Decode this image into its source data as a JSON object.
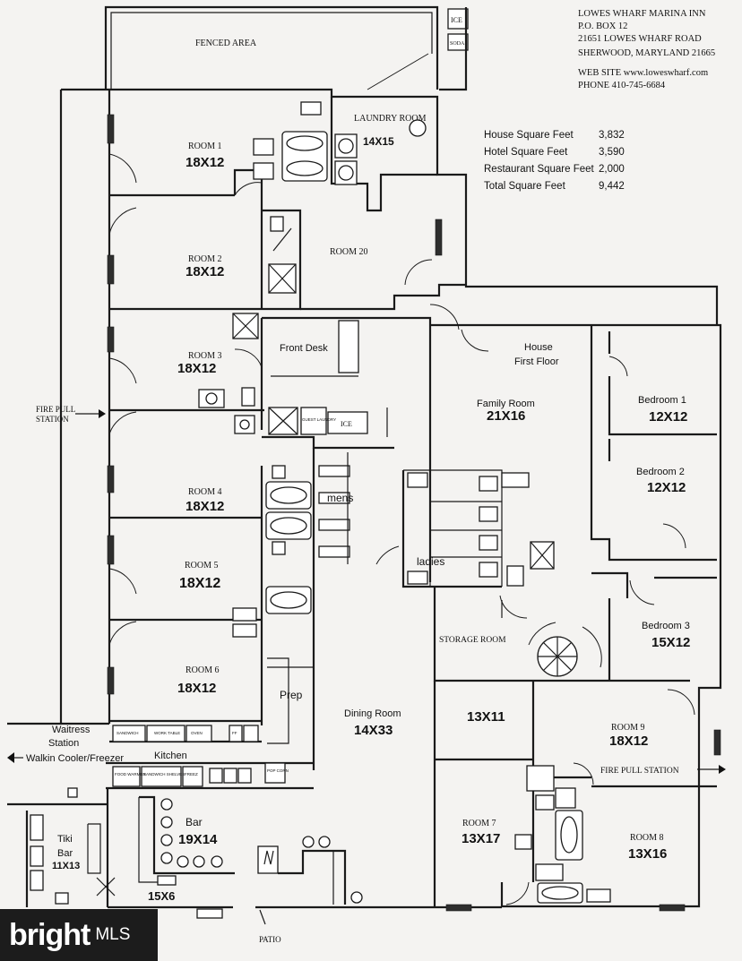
{
  "header": {
    "name": "LOWES WHARF MARINA INN",
    "po_box": "P.O. BOX 12",
    "street": "21651 LOWES WHARF ROAD",
    "city": "SHERWOOD, MARYLAND 21665",
    "website": "WEB SITE  www.loweswharf.com",
    "phone": "PHONE 410-745-6684"
  },
  "square_feet": [
    {
      "label": "House Square Feet",
      "value": "3,832"
    },
    {
      "label": "Hotel Square Feet",
      "value": "3,590"
    },
    {
      "label": "Restaurant Square Feet",
      "value": "2,000"
    },
    {
      "label": "Total Square Feet",
      "value": "9,442"
    }
  ],
  "labels": {
    "fenced_area": "FENCED AREA",
    "ice_top": "ICE",
    "soda": "SODA",
    "laundry_room": "LAUNDRY ROOM",
    "laundry_dim": "14X15",
    "room1": "ROOM 1",
    "room1_dim": "18X12",
    "room2": "ROOM 2",
    "room2_dim": "18X12",
    "room20": "ROOM 20",
    "room3": "ROOM 3",
    "room3_dim": "18X12",
    "front_desk": "Front Desk",
    "guest_laundry": "GUEST LAUNDRY",
    "ice_desk": "ICE",
    "fire_pull_left": "FIRE PULL STATION",
    "room4": "ROOM 4",
    "room4_dim": "18X12",
    "mens": "mens",
    "ladies": "ladies",
    "room5": "ROOM 5",
    "room5_dim": "18X12",
    "room6": "ROOM 6",
    "room6_dim": "18X12",
    "house_first_floor": "House First Floor",
    "family_room": "Family Room",
    "family_room_dim": "21X16",
    "bedroom1": "Bedroom 1",
    "bedroom1_dim": "12X12",
    "bedroom2": "Bedroom 2",
    "bedroom2_dim": "12X12",
    "bedroom3": "Bedroom 3",
    "bedroom3_dim": "15X12",
    "storage_room": "STORAGE ROOM",
    "prep": "Prep",
    "dining_room": "Dining Room",
    "dining_room_dim": "14X33",
    "waitress_station": "Waitress Station",
    "walkin": "Walkin Cooler/Freezer",
    "kitchen": "Kitchen",
    "sandwich": "SANDWICH",
    "work_table": "WORK TABLE",
    "oven": "OVEN",
    "ff": "FF",
    "food_warmer": "FOOD WARMER",
    "sandwich_shelves": "SANDWICH SHELVES",
    "freezer": "FREEZ",
    "popcorn": "POP CORN",
    "room_13x11": "13X11",
    "room9": "ROOM 9",
    "room9_dim": "18X12",
    "fire_pull_right": "FIRE PULL STATION",
    "room7": "ROOM 7",
    "room7_dim": "13X17",
    "room8": "ROOM 8",
    "room8_dim": "13X16",
    "bar": "Bar",
    "bar_dim": "19X14",
    "tiki_bar": "Tiki Bar",
    "tiki_dim": "11X13",
    "dim_15x6": "15X6",
    "patio": "PATIO"
  },
  "watermark": {
    "brand": "bright",
    "mls": "MLS"
  }
}
